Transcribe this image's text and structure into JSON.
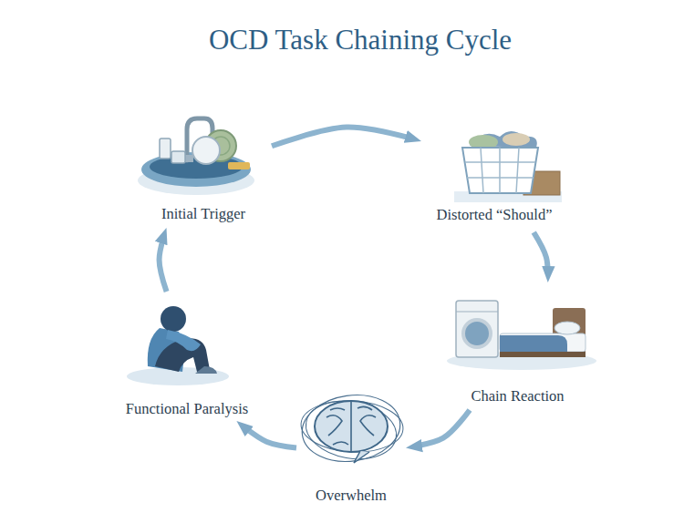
{
  "diagram": {
    "title": "OCD Task Chaining Cycle",
    "nodes": [
      {
        "text": [
          "Initial Trigger"
        ]
      },
      {
        "text": [
          "Distorted “Should”"
        ]
      },
      {
        "text": [
          "Chain Reaction"
        ]
      },
      {
        "text": [
          "Overwhelm"
        ]
      },
      {
        "text": [
          "Functional Paralysis"
        ]
      }
    ],
    "edges": [
      {
        "from": 0,
        "to": 1,
        "arrow": "to"
      },
      {
        "from": 1,
        "to": 2,
        "arrow": "to"
      },
      {
        "from": 2,
        "to": 3,
        "arrow": "to"
      },
      {
        "from": 3,
        "to": 4,
        "arrow": "to"
      },
      {
        "from": 4,
        "to": 0,
        "arrow": "to"
      }
    ]
  }
}
